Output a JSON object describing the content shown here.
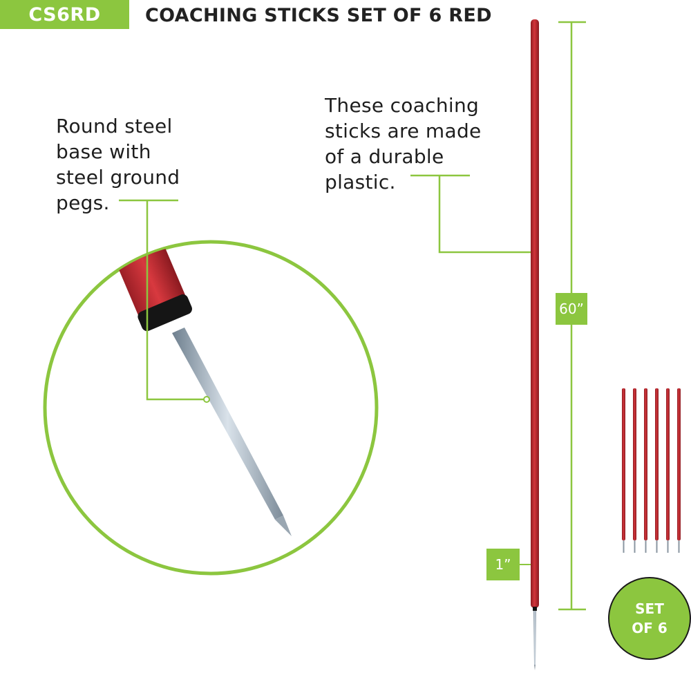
{
  "header": {
    "sku": "CS6RD",
    "title": "COACHING STICKS SET OF 6 RED"
  },
  "callouts": {
    "base": [
      "Round steel",
      "base with",
      "steel ground",
      "pegs."
    ],
    "plastic": [
      "These coaching",
      "sticks are made",
      "of a durable",
      "plastic."
    ]
  },
  "dimensions": {
    "height": "60”",
    "diameter": "1”"
  },
  "set_badge": {
    "line1": "SET",
    "line2": "OF 6"
  },
  "colors": {
    "accent": "#8cc63f",
    "stick_red": "#c0272d",
    "text": "#1e1e1e"
  }
}
